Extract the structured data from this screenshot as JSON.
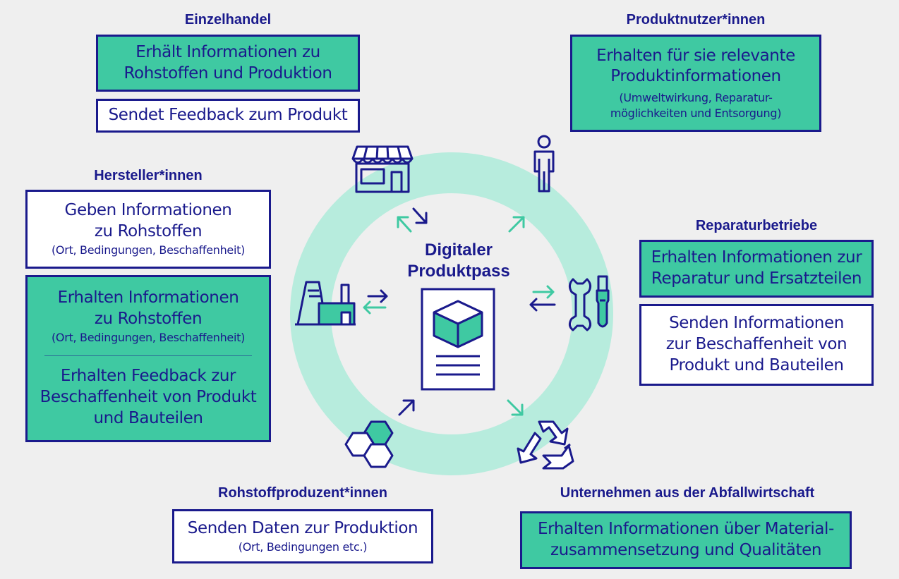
{
  "center": {
    "title_line1": "Digitaler",
    "title_line2": "Produktpass"
  },
  "einzelhandel": {
    "heading": "Einzelhandel",
    "box1": [
      "Erhält Informationen zu",
      "Rohstoffen und Produktion"
    ],
    "box2": "Sendet Feedback zum Produkt"
  },
  "produktnutzer": {
    "heading": "Produktnutzer*innen",
    "box1": [
      "Erhalten für sie relevante",
      "Produktinformationen"
    ],
    "box1_small": [
      "(Umweltwirkung, Reparatur-",
      "möglichkeiten und Entsorgung)"
    ]
  },
  "hersteller": {
    "heading": "Hersteller*innen",
    "box1": [
      "Geben Informationen",
      "zu Rohstoffen"
    ],
    "box1_small": "(Ort, Bedingungen, Beschaffenheit)",
    "box2a": [
      "Erhalten Informationen",
      "zu Rohstoffen"
    ],
    "box2a_small": "(Ort, Bedingungen, Beschaffenheit)",
    "box2b": [
      "Erhalten Feedback zur",
      "Beschaffenheit von Produkt",
      "und Bauteilen"
    ]
  },
  "reparatur": {
    "heading": "Reparaturbetriebe",
    "box1": [
      "Erhalten Informationen zur",
      "Reparatur und Ersatzteilen"
    ],
    "box2": [
      "Senden Informationen",
      "zur Beschaffenheit von",
      "Produkt und Bauteilen"
    ]
  },
  "rohstoff": {
    "heading": "Rohstoffproduzent*innen",
    "box1": "Senden Daten zur Produktion",
    "box1_small": "(Ort, Bedingungen etc.)"
  },
  "abfall": {
    "heading": "Unternehmen aus der Abfallwirtschaft",
    "box1": [
      "Erhalten Informationen über Material-",
      "zusammensetzung und Qualitäten"
    ]
  },
  "colors": {
    "navy": "#1a1a8c",
    "green": "#3fc9a2",
    "ring": "#b7ecdd",
    "arrow_green": "#3fc9a2"
  },
  "icons": [
    "shop-icon",
    "person-icon",
    "factory-icon",
    "tools-icon",
    "hexagons-icon",
    "recycle-icon",
    "document-cube-icon"
  ]
}
